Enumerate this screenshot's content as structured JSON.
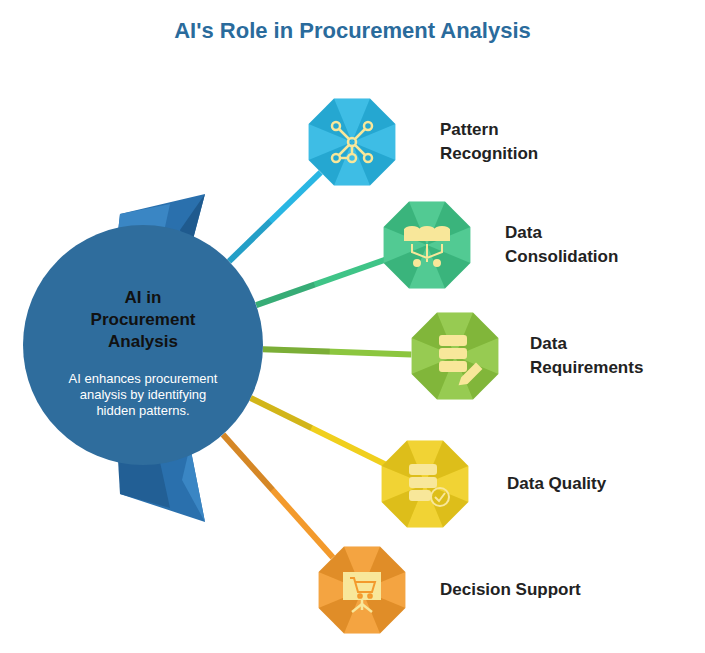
{
  "diagram": {
    "title": "AI's Role in Procurement Analysis",
    "nodes": [
      {
        "text": [
          "AI in Procurement Analysis",
          "AI enhances procurement analysis by identifying hidden patterns."
        ]
      },
      {
        "text": [
          "Pattern Recognition"
        ]
      },
      {
        "text": [
          "Data Consolidation"
        ]
      },
      {
        "text": [
          "Data Requirements"
        ]
      },
      {
        "text": [
          "Data Quality"
        ]
      },
      {
        "text": [
          "Decision Support"
        ]
      }
    ],
    "edges": [
      {
        "from": 0,
        "to": 1,
        "arrow": "none"
      },
      {
        "from": 0,
        "to": 2,
        "arrow": "none"
      },
      {
        "from": 0,
        "to": 3,
        "arrow": "none"
      },
      {
        "from": 0,
        "to": 4,
        "arrow": "none"
      },
      {
        "from": 0,
        "to": 5,
        "arrow": "none"
      }
    ]
  }
}
